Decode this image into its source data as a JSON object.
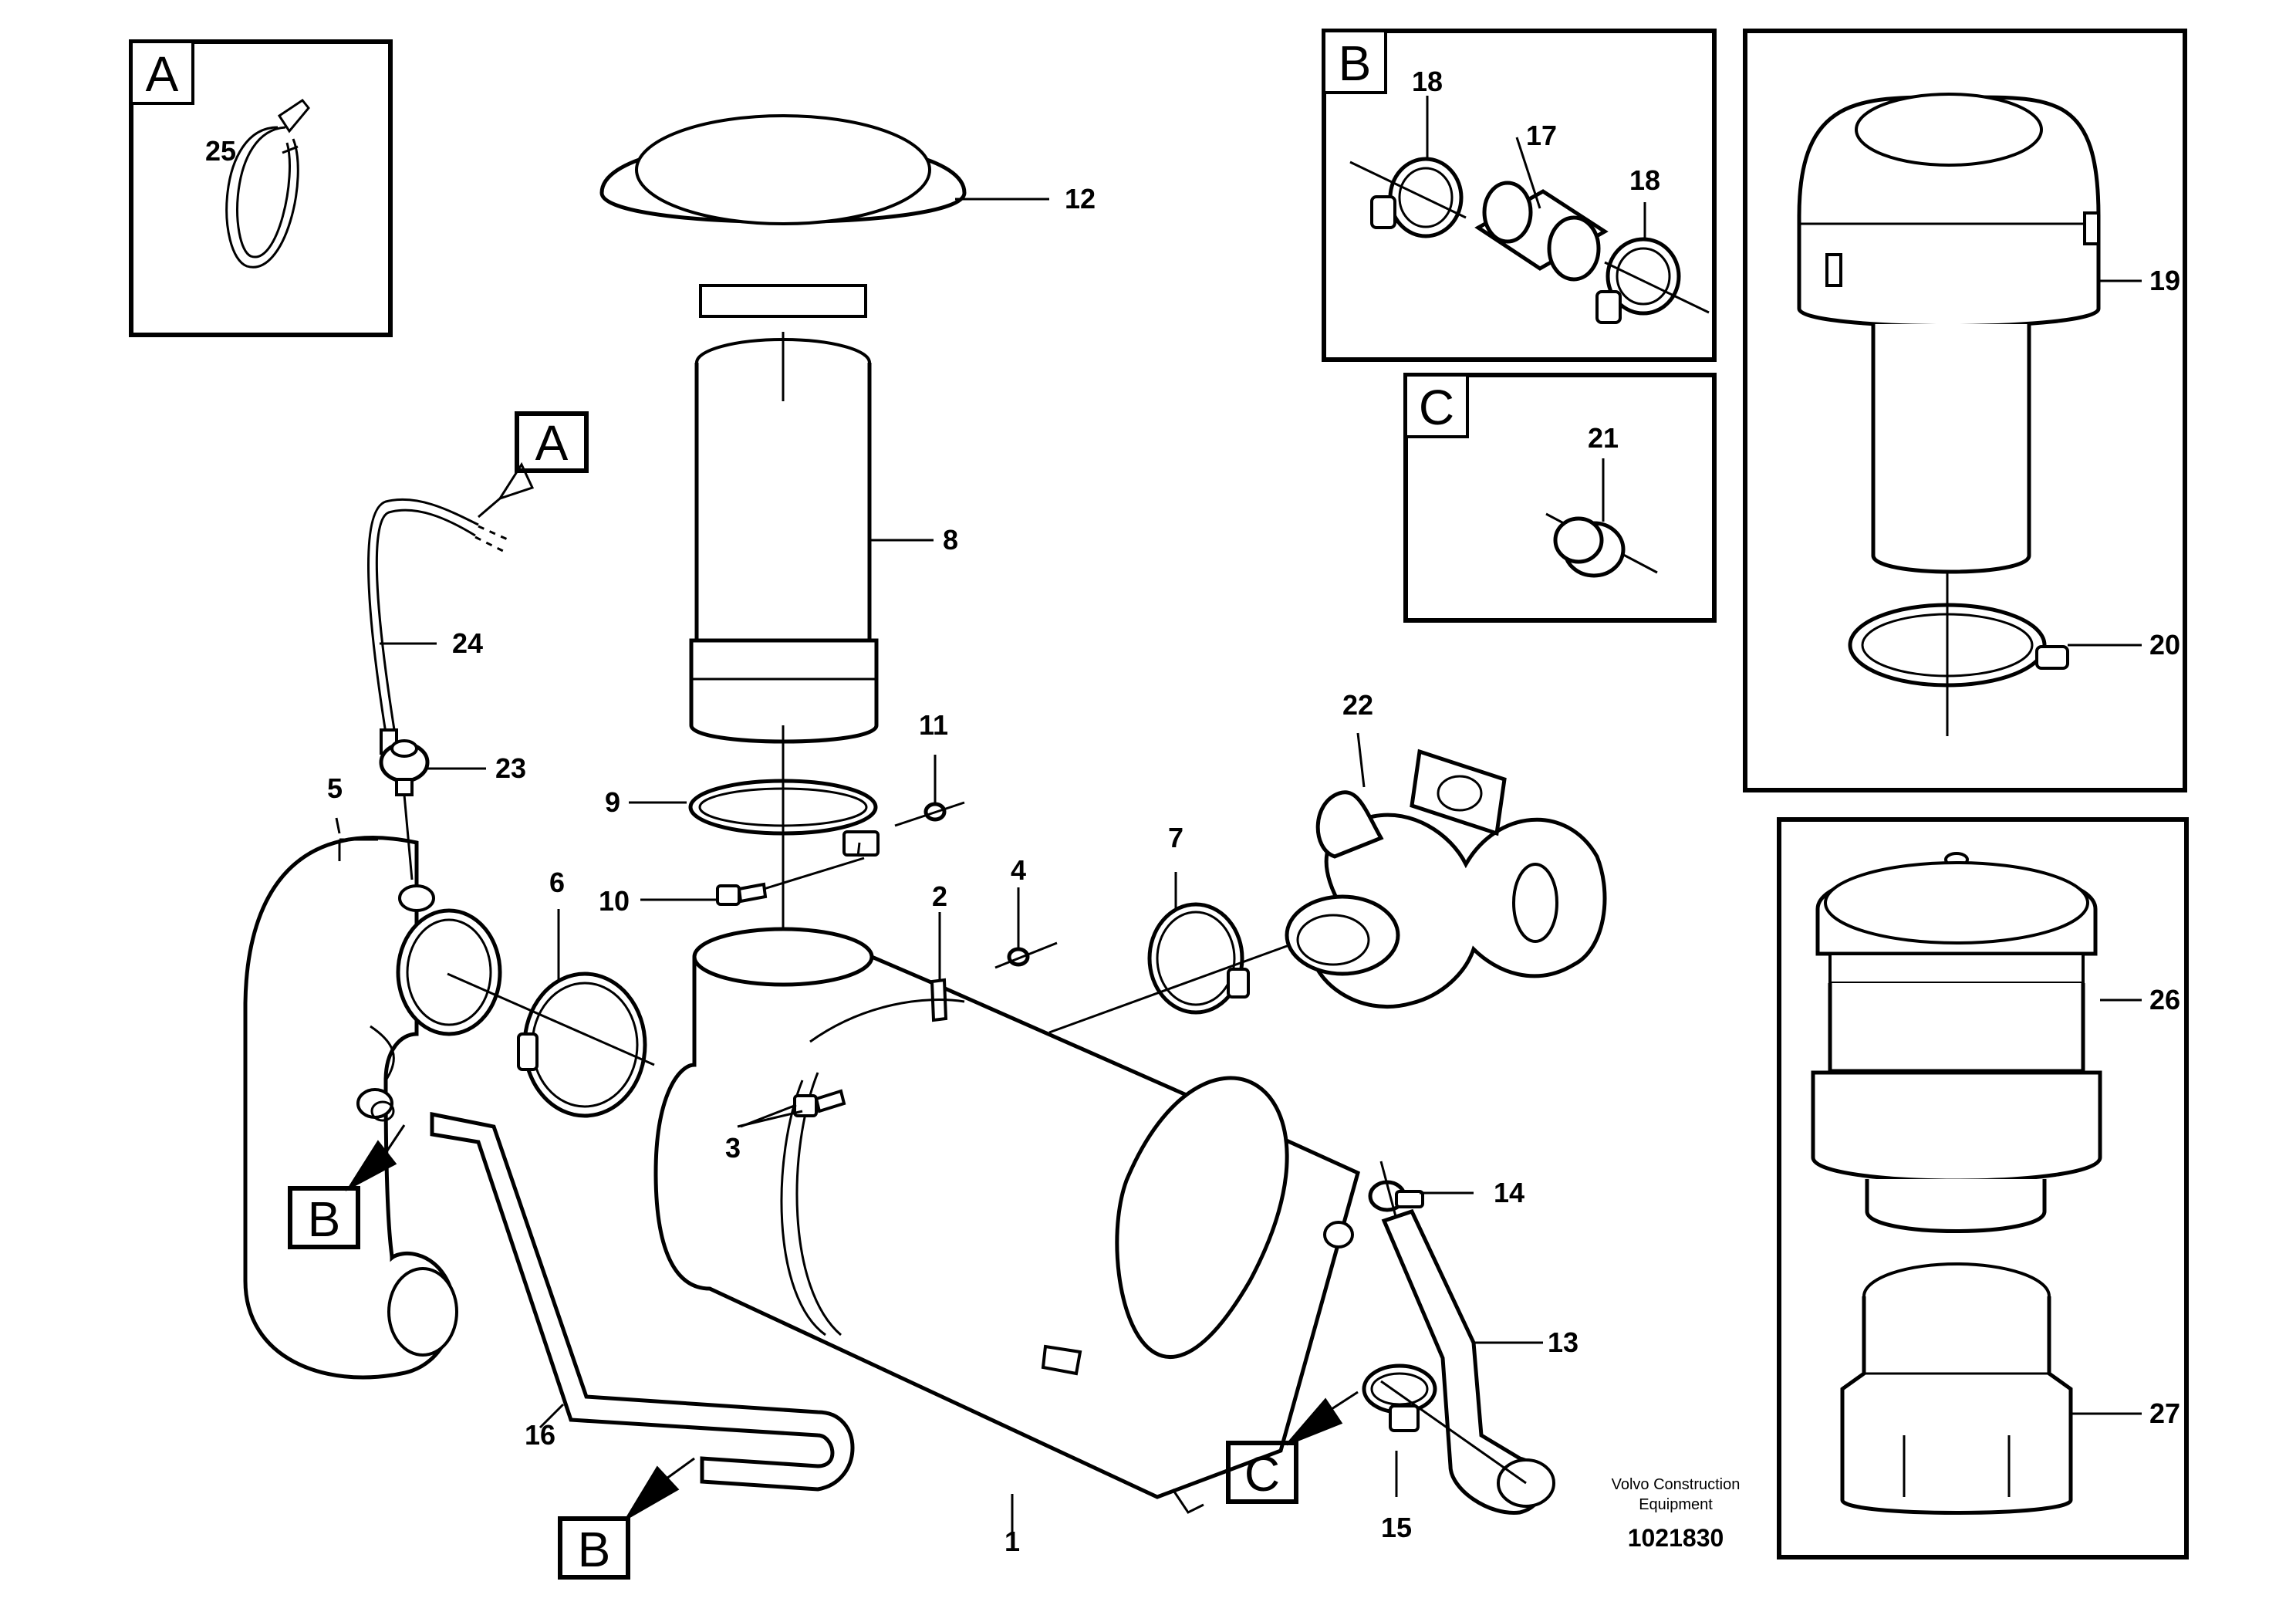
{
  "callouts": [
    {
      "id": "1",
      "label": "1"
    },
    {
      "id": "2",
      "label": "2"
    },
    {
      "id": "3",
      "label": "3"
    },
    {
      "id": "4",
      "label": "4"
    },
    {
      "id": "5",
      "label": "5"
    },
    {
      "id": "6",
      "label": "6"
    },
    {
      "id": "7",
      "label": "7"
    },
    {
      "id": "8",
      "label": "8"
    },
    {
      "id": "9",
      "label": "9"
    },
    {
      "id": "10",
      "label": "10"
    },
    {
      "id": "11",
      "label": "11"
    },
    {
      "id": "12",
      "label": "12"
    },
    {
      "id": "13",
      "label": "13"
    },
    {
      "id": "14",
      "label": "14"
    },
    {
      "id": "15",
      "label": "15"
    },
    {
      "id": "16",
      "label": "16"
    },
    {
      "id": "17",
      "label": "17"
    },
    {
      "id": "18a",
      "label": "18"
    },
    {
      "id": "18b",
      "label": "18"
    },
    {
      "id": "19",
      "label": "19"
    },
    {
      "id": "20",
      "label": "20"
    },
    {
      "id": "21",
      "label": "21"
    },
    {
      "id": "22",
      "label": "22"
    },
    {
      "id": "23",
      "label": "23"
    },
    {
      "id": "24",
      "label": "24"
    },
    {
      "id": "25",
      "label": "25"
    },
    {
      "id": "26",
      "label": "26"
    },
    {
      "id": "27",
      "label": "27"
    }
  ],
  "detail_boxes": {
    "A": "A",
    "B": "B",
    "C": "C"
  },
  "markers": {
    "A": "A",
    "B1": "B",
    "B2": "B",
    "C": "C"
  },
  "footer": {
    "brand_line1": "Volvo Construction",
    "brand_line2": "Equipment",
    "drawing_number": "1021830"
  }
}
